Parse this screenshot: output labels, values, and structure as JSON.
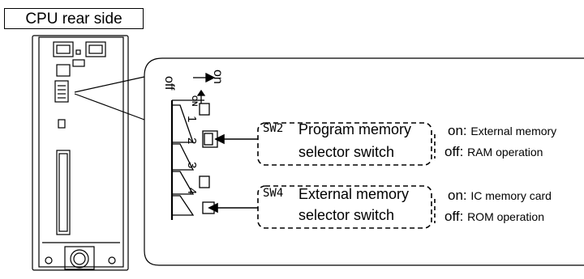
{
  "title": "CPU rear side",
  "switch_direction": {
    "off": "off",
    "on": "on"
  },
  "dip_header": "ON",
  "dip_numbers": [
    "1",
    "2",
    "3",
    "4"
  ],
  "callouts": [
    {
      "tag": "SW2",
      "line1": "Program memory",
      "line2": "selector switch",
      "on_label": "on:",
      "on_text": "External memory",
      "off_label": "off:",
      "off_text": "RAM operation"
    },
    {
      "tag": "SW4",
      "line1": "External memory",
      "line2": "selector switch",
      "on_label": "on:",
      "on_text": "IC memory card",
      "off_label": "off:",
      "off_text": "ROM operation"
    }
  ],
  "colors": {
    "line": "#000000",
    "background": "#ffffff"
  }
}
